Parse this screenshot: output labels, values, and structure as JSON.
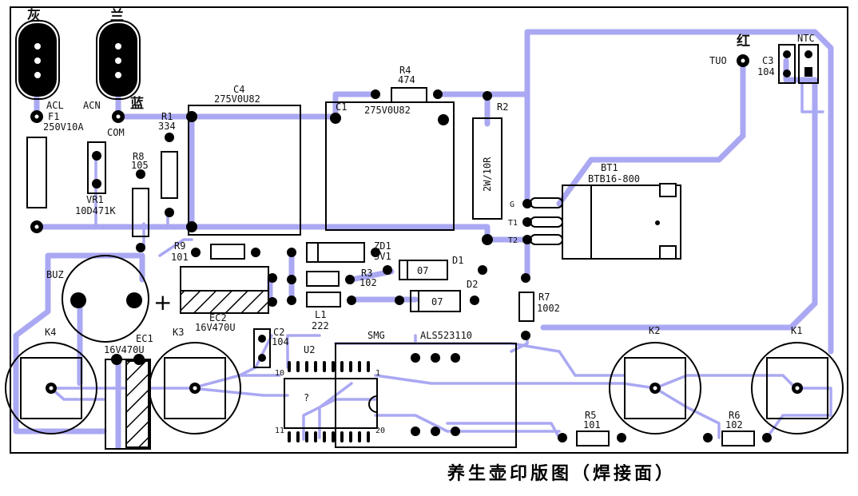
{
  "caption": "养生壶印版图（焊接面）",
  "labels": {
    "hui": "灰",
    "lan": "兰",
    "acl": "ACL",
    "acn": "ACN",
    "lan2": "蓝",
    "com": "COM",
    "f1": "F1",
    "f1v": "250V10A",
    "vr1": "VR1",
    "vr1v": "10D471K",
    "r8": "R8",
    "r8v": "105",
    "r1": "R1",
    "r1v": "334",
    "c4": "C4",
    "c4v": "275V0U82",
    "r4": "R4",
    "r4v": "474",
    "c1": "C1",
    "c1v": "275V0U82",
    "r2": "R2",
    "r2v": "2W/10R",
    "hong": "红",
    "tuo": "TUO",
    "c3": "C3",
    "c3v": "104",
    "ntc": "NTC",
    "bt1": "BT1",
    "bt1v": "BTB16-800",
    "g": "G",
    "t1": "T1",
    "t2": "T2",
    "r9": "R9",
    "r9v": "101",
    "zd1": "ZD1",
    "zd1v": "5V1",
    "d1": "D1",
    "d1body": "07",
    "d2": "D2",
    "d2body": "07",
    "r3": "R3",
    "r3v": "102",
    "l1": "L1",
    "l1v": "222",
    "buz": "BUZ",
    "plus": "+",
    "ec2": "EC2",
    "ec2v": "16V470U",
    "r7": "R7",
    "r7v": "1002",
    "k4": "K4",
    "k3": "K3",
    "k2": "K2",
    "k1": "K1",
    "ec1": "EC1",
    "ec1v": "16V470U",
    "c2": "C2",
    "c2v": "104",
    "u2": "U2",
    "q": "?",
    "smg": "SMG",
    "als": "ALS523110",
    "p10": "10",
    "p1": "1",
    "p11": "11",
    "p20": "20",
    "r5": "R5",
    "r5v": "101",
    "r6": "R6",
    "r6v": "102"
  }
}
